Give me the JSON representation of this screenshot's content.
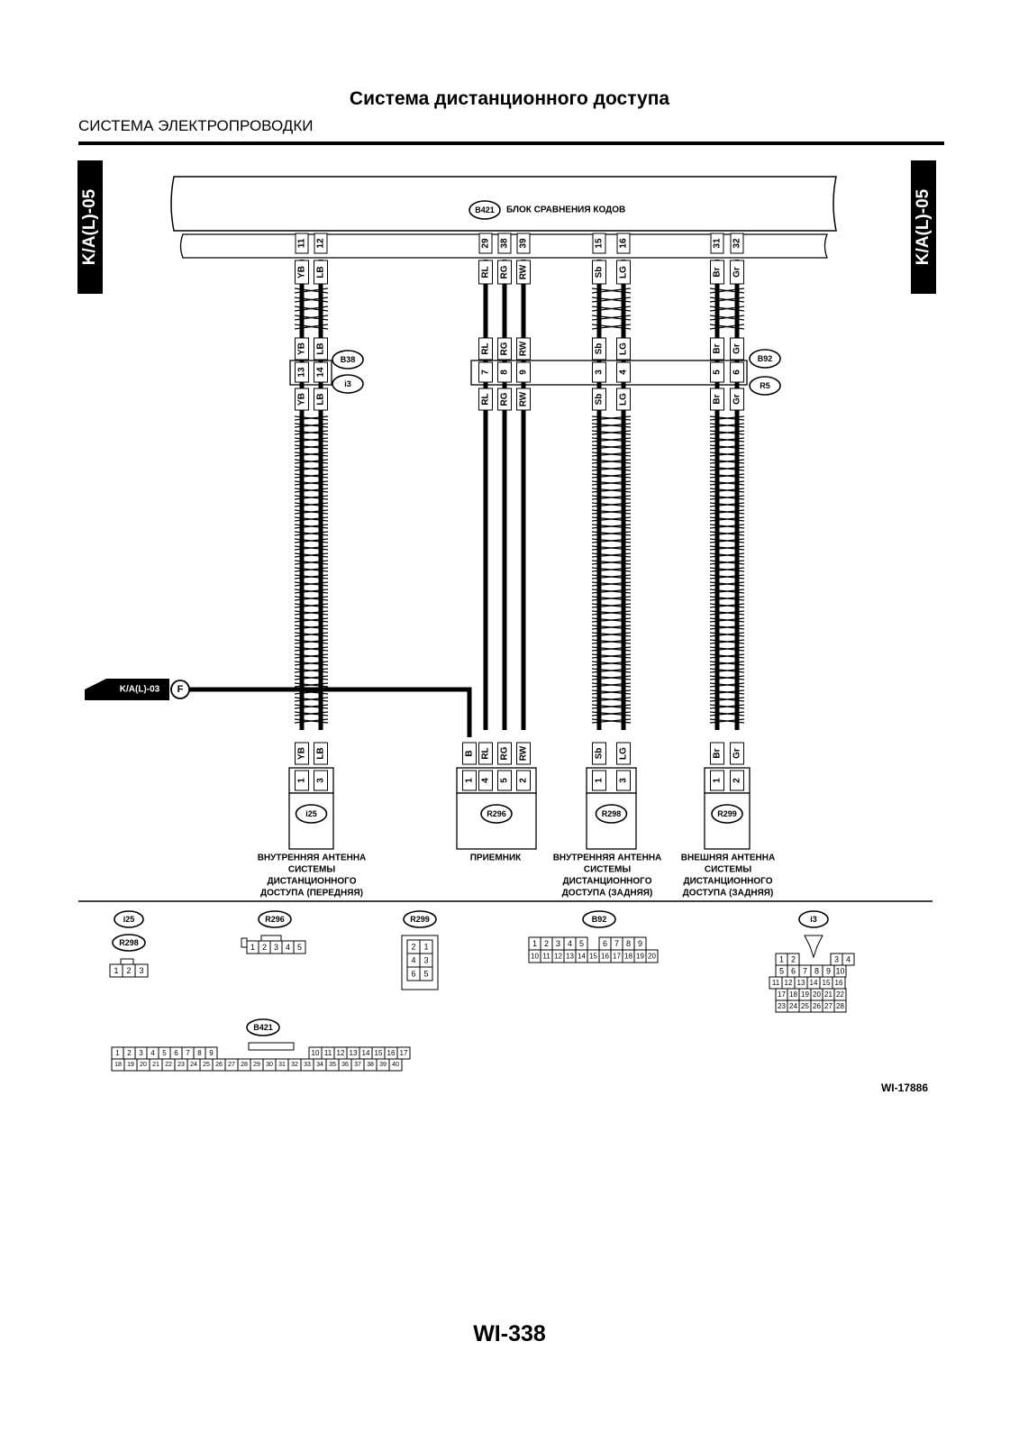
{
  "page": {
    "title": "Система дистанционного доступа",
    "section": "СИСТЕМА ЭЛЕКТРОПРОВОДКИ",
    "side_tab": "K/A(L)-05",
    "figure_code": "WI-17886",
    "page_number": "WI-338"
  },
  "control_unit": {
    "code": "B421",
    "name": "БЛОК СРАВНЕНИЯ КОДОВ"
  },
  "offpage_connector": {
    "label": "K/A(L)-03",
    "letter": "F"
  },
  "inline_connectors": {
    "left": [
      "B38",
      "i3"
    ],
    "right": [
      "B92",
      "R5"
    ]
  },
  "circuits": [
    {
      "top_pins": [
        "11",
        "12"
      ],
      "colors": [
        "YB",
        "LB"
      ],
      "mid_pins": [
        "13",
        "14"
      ],
      "bottom_colors": [
        "YB",
        "LB"
      ],
      "bottom_pins": [
        "1",
        "3"
      ],
      "connector": "i25",
      "description": [
        "ВНУТРЕННЯЯ АНТЕННА",
        "СИСТЕМЫ",
        "ДИСТАНЦИОННОГО",
        "ДОСТУПА (ПЕРЕДНЯЯ)"
      ]
    },
    {
      "top_pins": [
        "29",
        "38",
        "39"
      ],
      "colors": [
        "RL",
        "RG",
        "RW"
      ],
      "mid_pins": [
        "7",
        "8",
        "9"
      ],
      "bottom_colors": [
        "B",
        "RL",
        "RG",
        "RW"
      ],
      "bottom_pins": [
        "1",
        "4",
        "5",
        "2"
      ],
      "connector": "R296",
      "description": [
        "ПРИЕМНИК"
      ]
    },
    {
      "top_pins": [
        "15",
        "16"
      ],
      "colors": [
        "Sb",
        "LG"
      ],
      "mid_pins": [
        "3",
        "4"
      ],
      "bottom_colors": [
        "Sb",
        "LG"
      ],
      "bottom_pins": [
        "1",
        "3"
      ],
      "connector": "R298",
      "description": [
        "ВНУТРЕННЯЯ АНТЕННА",
        "СИСТЕМЫ",
        "ДИСТАНЦИОННОГО",
        "ДОСТУПА (ЗАДНЯЯ)"
      ]
    },
    {
      "top_pins": [
        "31",
        "32"
      ],
      "colors": [
        "Br",
        "Gr"
      ],
      "mid_pins": [
        "5",
        "6"
      ],
      "bottom_colors": [
        "Br",
        "Gr"
      ],
      "bottom_pins": [
        "1",
        "2"
      ],
      "connector": "R299",
      "description": [
        "ВНЕШНЯЯ АНТЕННА",
        "СИСТЕМЫ",
        "ДИСТАНЦИОННОГО",
        "ДОСТУПА (ЗАДНЯЯ)"
      ]
    }
  ],
  "connector_views": {
    "i25_R298": {
      "labels": [
        "i25",
        "R298"
      ],
      "rows": [
        [
          "1",
          "2",
          "3"
        ]
      ]
    },
    "R296": {
      "label": "R296",
      "rows": [
        [
          "1",
          "2",
          "3",
          "4",
          "5"
        ]
      ]
    },
    "R299": {
      "label": "R299",
      "rows": [
        [
          "2",
          "1"
        ],
        [
          "4",
          "3"
        ],
        [
          "6",
          "5"
        ]
      ]
    },
    "B92": {
      "label": "B92",
      "rows": [
        [
          "1",
          "2",
          "3",
          "4",
          "5",
          "",
          "6",
          "7",
          "8",
          "9"
        ],
        [
          "10",
          "11",
          "12",
          "13",
          "14",
          "15",
          "16",
          "17",
          "18",
          "19",
          "20"
        ]
      ]
    },
    "i3": {
      "label": "i3",
      "rows": [
        [
          "1",
          "2",
          "3",
          "4"
        ],
        [
          "5",
          "6",
          "7",
          "8",
          "9",
          "10"
        ],
        [
          "11",
          "12",
          "13",
          "14",
          "15",
          "16"
        ],
        [
          "17",
          "18",
          "19",
          "20",
          "21",
          "22"
        ],
        [
          "23",
          "24",
          "25",
          "26",
          "27",
          "28"
        ]
      ]
    },
    "B421": {
      "label": "B421",
      "rows": [
        [
          "1",
          "2",
          "3",
          "4",
          "5",
          "6",
          "7",
          "8",
          "9",
          "10",
          "11",
          "12",
          "13",
          "14",
          "15",
          "16",
          "17"
        ],
        [
          "18",
          "19",
          "20",
          "21",
          "22",
          "23",
          "24",
          "25",
          "26",
          "27",
          "28",
          "29",
          "30",
          "31",
          "32",
          "33",
          "34",
          "35",
          "36",
          "37",
          "38",
          "39",
          "40"
        ]
      ]
    }
  }
}
